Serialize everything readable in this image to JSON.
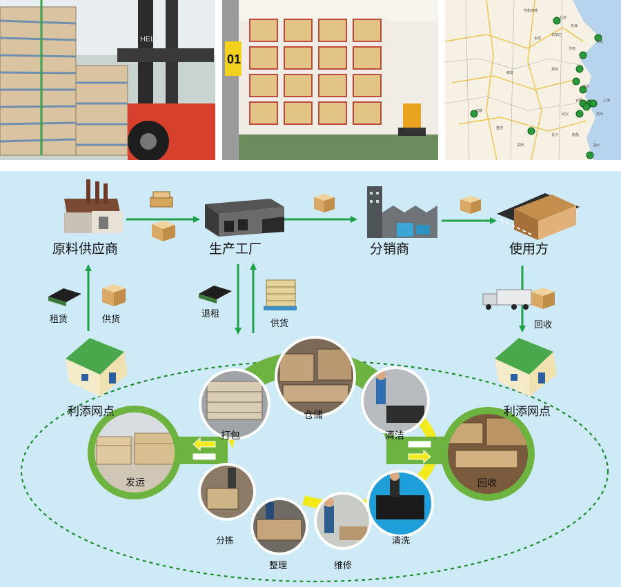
{
  "photos": [
    {
      "name": "forklift-photo",
      "forklift_brand": "HELI"
    },
    {
      "name": "warehouse-rack-photo",
      "aisle_number": "01"
    },
    {
      "name": "china-network-map-photo"
    }
  ],
  "map_cities": [
    "北京",
    "呼和浩特",
    "天津",
    "石家庄",
    "济南",
    "太原",
    "青岛",
    "郑州",
    "西安",
    "南京",
    "合肥",
    "上海",
    "武汉",
    "杭州",
    "成都",
    "重庆",
    "长沙",
    "南昌",
    "贵阳",
    "福州"
  ],
  "supply_chain": {
    "nodes": [
      "原料供应商",
      "生产工厂",
      "分销商",
      "使用方"
    ],
    "links": {
      "supplier_rent": "租赁",
      "supplier_supply": "供货",
      "factory_return": "退租",
      "factory_supply": "供货",
      "user_recycle": "回收"
    }
  },
  "service_points": {
    "left": "利添网点",
    "right": "利添网点"
  },
  "cycle": {
    "ring_steps": [
      "打包",
      "仓储",
      "清洁"
    ],
    "outer_steps": [
      "分拣",
      "整理",
      "维修",
      "清洗"
    ],
    "ship_out": "发运",
    "recycle_in": "回收"
  },
  "colors": {
    "arrow_green": "#1fa04a",
    "ring_green": "#6db33f",
    "ring_yellow": "#f2ea1c",
    "background_blue": "#cfeaf7",
    "dashed_green": "#1a8c2c"
  }
}
